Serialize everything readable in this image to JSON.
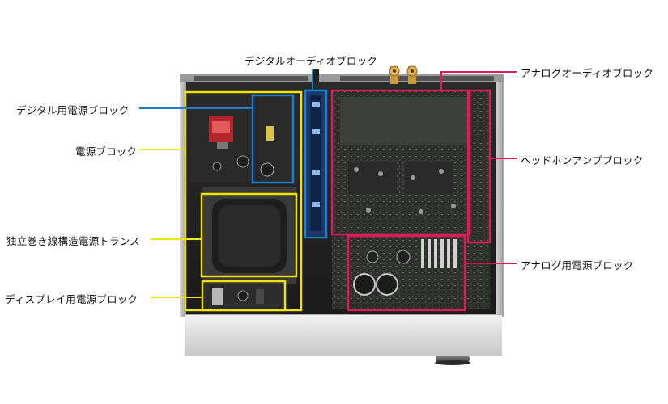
{
  "colors": {
    "yellow": "#f2e500",
    "blue": "#1a7fd0",
    "magenta": "#e0195a"
  },
  "labels": {
    "digital_audio_block": "デジタルオーディオブロック",
    "analog_audio_block": "アナログオーディオブロック",
    "headphone_amp_block": "ヘッドホンアンプブロック",
    "analog_power_block": "アナログ用電源ブロック",
    "digital_power_block": "デジタル用電源ブロック",
    "power_block": "電源ブロック",
    "transformer": "独立巻き線構造電源トランス",
    "display_power_block": "ディスプレイ用電源ブロック"
  }
}
